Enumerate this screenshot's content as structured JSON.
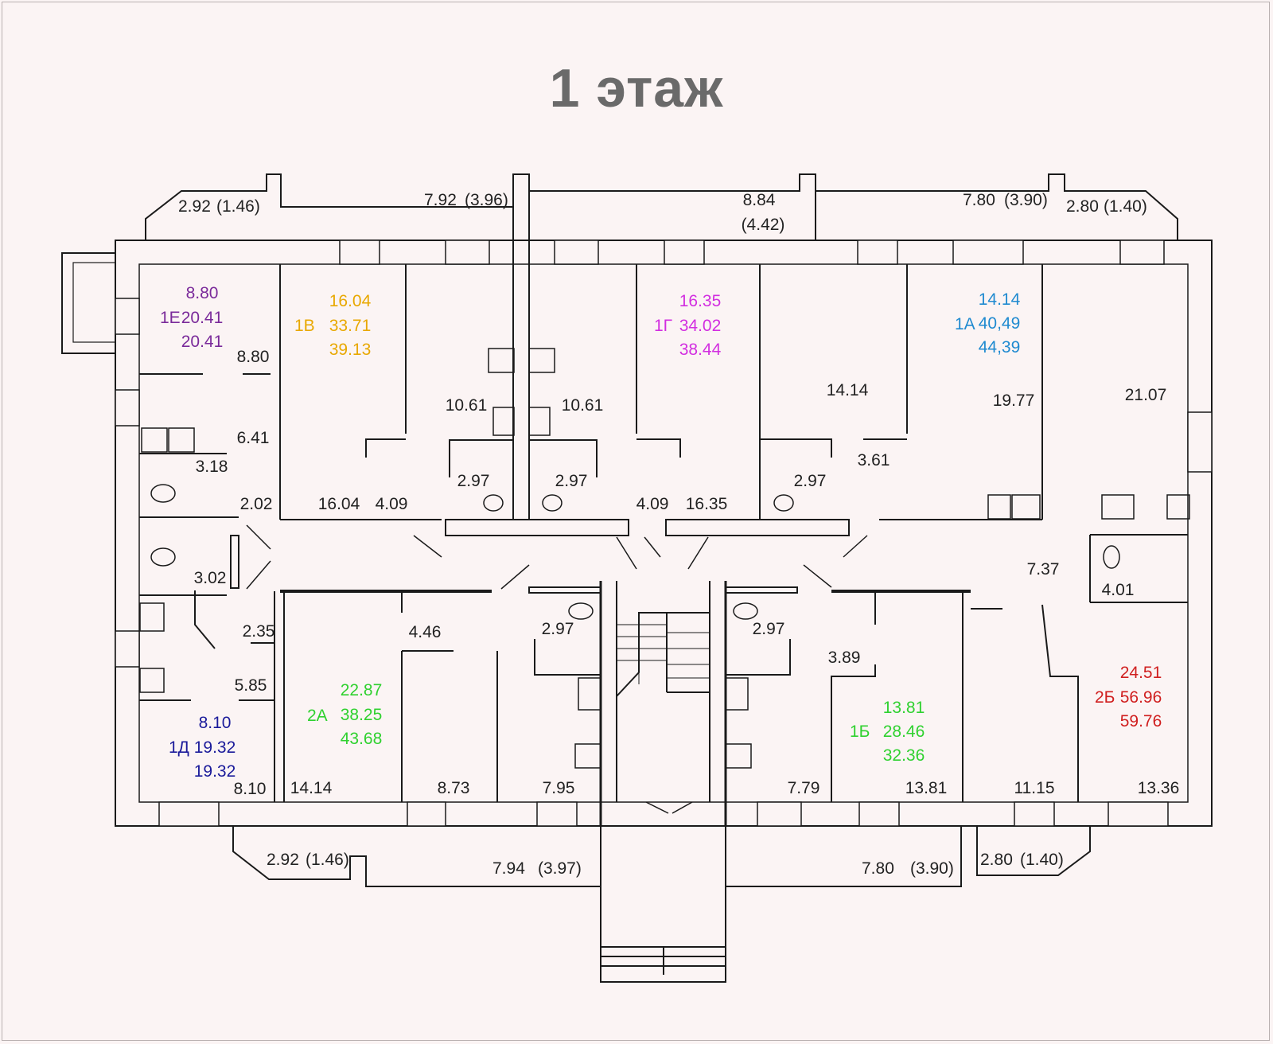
{
  "page": {
    "title": "1 этаж"
  },
  "colors": {
    "background": "#fbf4f4",
    "title": "#6a6a6a",
    "wall": "#1a1a1a",
    "1E": "#7a2a9a",
    "1V": "#e8a800",
    "1G": "#d22ee0",
    "1A": "#1f8ad0",
    "1D": "#1a1a9a",
    "2A": "#2fd12f",
    "1B": "#2fd12f",
    "2B": "#d01f1f"
  },
  "apartments": [
    {
      "id": "1E",
      "code": "1Е",
      "living": "8.80",
      "total": "20.41",
      "total_with_balcony": "20.41",
      "color_key": "1E"
    },
    {
      "id": "1V",
      "code": "1В",
      "living": "16.04",
      "total": "33.71",
      "total_with_balcony": "39.13",
      "color_key": "1V"
    },
    {
      "id": "1G",
      "code": "1Г",
      "living": "16.35",
      "total": "34.02",
      "total_with_balcony": "38.44",
      "color_key": "1G"
    },
    {
      "id": "1A",
      "code": "1А",
      "living": "14.14",
      "total": "40,49",
      "total_with_balcony": "44,39",
      "color_key": "1A"
    },
    {
      "id": "1D",
      "code": "1Д",
      "living": "8.10",
      "total": "19.32",
      "total_with_balcony": "19.32",
      "color_key": "1D"
    },
    {
      "id": "2A",
      "code": "2А",
      "living": "22.87",
      "total": "38.25",
      "total_with_balcony": "43.68",
      "color_key": "2A"
    },
    {
      "id": "1B",
      "code": "1Б",
      "living": "13.81",
      "total": "28.46",
      "total_with_balcony": "32.36",
      "color_key": "1B"
    },
    {
      "id": "2B",
      "code": "2Б",
      "living": "24.51",
      "total": "56.96",
      "total_with_balcony": "59.76",
      "color_key": "2B"
    }
  ],
  "room_areas": [
    "8.80",
    "6.41",
    "3.18",
    "2.02",
    "3.02",
    "2.35",
    "5.85",
    "8.10",
    "16.04",
    "4.09",
    "10.61",
    "2.97",
    "10.61",
    "2.97",
    "4.09",
    "16.35",
    "14.14",
    "2.97",
    "3.61",
    "19.77",
    "21.07",
    "7.37",
    "4.01",
    "4.46",
    "14.14",
    "8.73",
    "2.97",
    "7.95",
    "2.97",
    "3.89",
    "7.79",
    "13.81",
    "11.15",
    "13.36"
  ],
  "balconies": [
    {
      "area": "2.92",
      "reduced": "(1.46)"
    },
    {
      "area": "7.92",
      "reduced": "(3.96)"
    },
    {
      "area": "8.84",
      "reduced": "(4.42)"
    },
    {
      "area": "7.80",
      "reduced": "(3.90)"
    },
    {
      "area": "2.80",
      "reduced": "(1.40)"
    },
    {
      "area": "2.92",
      "reduced": "(1.46)"
    },
    {
      "area": "7.94",
      "reduced": "(3.97)"
    },
    {
      "area": "7.80",
      "reduced": "(3.90)"
    },
    {
      "area": "2.80",
      "reduced": "(1.40)"
    }
  ]
}
